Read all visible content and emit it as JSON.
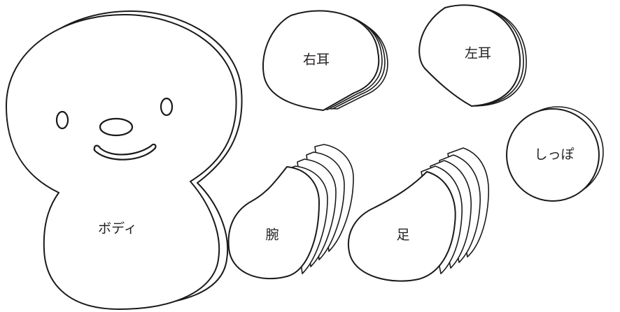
{
  "parts": {
    "body": "ボディ",
    "right_ear": "右耳",
    "left_ear": "左耳",
    "tail": "しっぽ",
    "arm": "腕",
    "foot": "足"
  },
  "colors": {
    "outline": "#1a1a1a",
    "fill": "#ffffff",
    "text": "#231f20"
  }
}
